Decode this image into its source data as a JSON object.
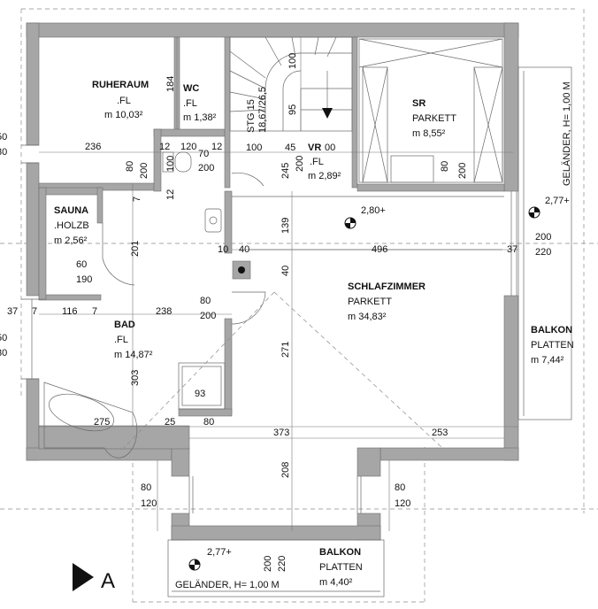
{
  "rooms": {
    "ruheraum": {
      "name": "RUHERAUM",
      "floor": ".FL",
      "area": "m 10,03²"
    },
    "wc": {
      "name": "WC",
      "floor": ".FL",
      "area": "m 1,38²"
    },
    "vr": {
      "name": "VR",
      "floor": ".FL",
      "area": "m 2,89²"
    },
    "sr": {
      "name": "SR",
      "floor": "PARKETT",
      "area": "m 8,55²"
    },
    "sauna": {
      "name": "SAUNA",
      "floor": ".HOLZB",
      "area": "m 2,56²"
    },
    "bad": {
      "name": "BAD",
      "floor": ".FL",
      "area": "m 14,87²"
    },
    "schlafzimmer": {
      "name": "SCHLAFZIMMER",
      "floor": "PARKETT",
      "area": "m 34,83²"
    },
    "balkon_east": {
      "name": "BALKON",
      "floor": "PLATTEN",
      "area": "m 7,44²"
    },
    "balkon_south": {
      "name": "BALKON",
      "floor": "PLATTEN",
      "area": "m 4,40²"
    }
  },
  "stair": {
    "label": "STG 15",
    "ratio": "18,67/26,5"
  },
  "levels": {
    "schlaf": "2,80+",
    "balkon_east": "2,77+",
    "balkon_south": "2,77+"
  },
  "railing": {
    "east": "GELÄNDER, H= 1,00 M",
    "south": "GELÄNDER, H= 1,00 M"
  },
  "section": {
    "label": "A"
  },
  "dims": {
    "d236": "236",
    "d184": "184",
    "d12a": "12",
    "d12b": "12",
    "d120a": "120",
    "d70": "70",
    "d200wc": "200",
    "d100wc": "100",
    "d80ruhe": "80",
    "d200ruhe": "200",
    "d12c": "12",
    "d100vr": "100",
    "d45": "45",
    "d00": "00",
    "d245": "245",
    "d200vr": "200",
    "d80sr": "80",
    "d200sr": "200",
    "d100stair": "100",
    "d95": "95",
    "d7a": "7",
    "d7b": "7",
    "d201": "201",
    "d139": "139",
    "d10": "10",
    "d40a": "40",
    "d496": "496",
    "d37a": "37",
    "d200e": "200",
    "d220e": "220",
    "d40b": "40",
    "d60s": "60",
    "d190s": "190",
    "d37b": "37",
    "d7c": "7",
    "d116": "116",
    "d7d": "7",
    "d238": "238",
    "d80bad": "80",
    "d200bad": "200",
    "d303": "303",
    "d271": "271",
    "d93": "93",
    "d275": "275",
    "d25": "25",
    "d80c": "80",
    "d373": "373",
    "d253": "253",
    "d208": "208",
    "d80l": "80",
    "d120l": "120",
    "d80r": "80",
    "d120r": "120",
    "d200bs": "200",
    "d220bs": "220",
    "d50a": "50",
    "d30a": "30",
    "d50b": "50",
    "d30b": "30"
  }
}
